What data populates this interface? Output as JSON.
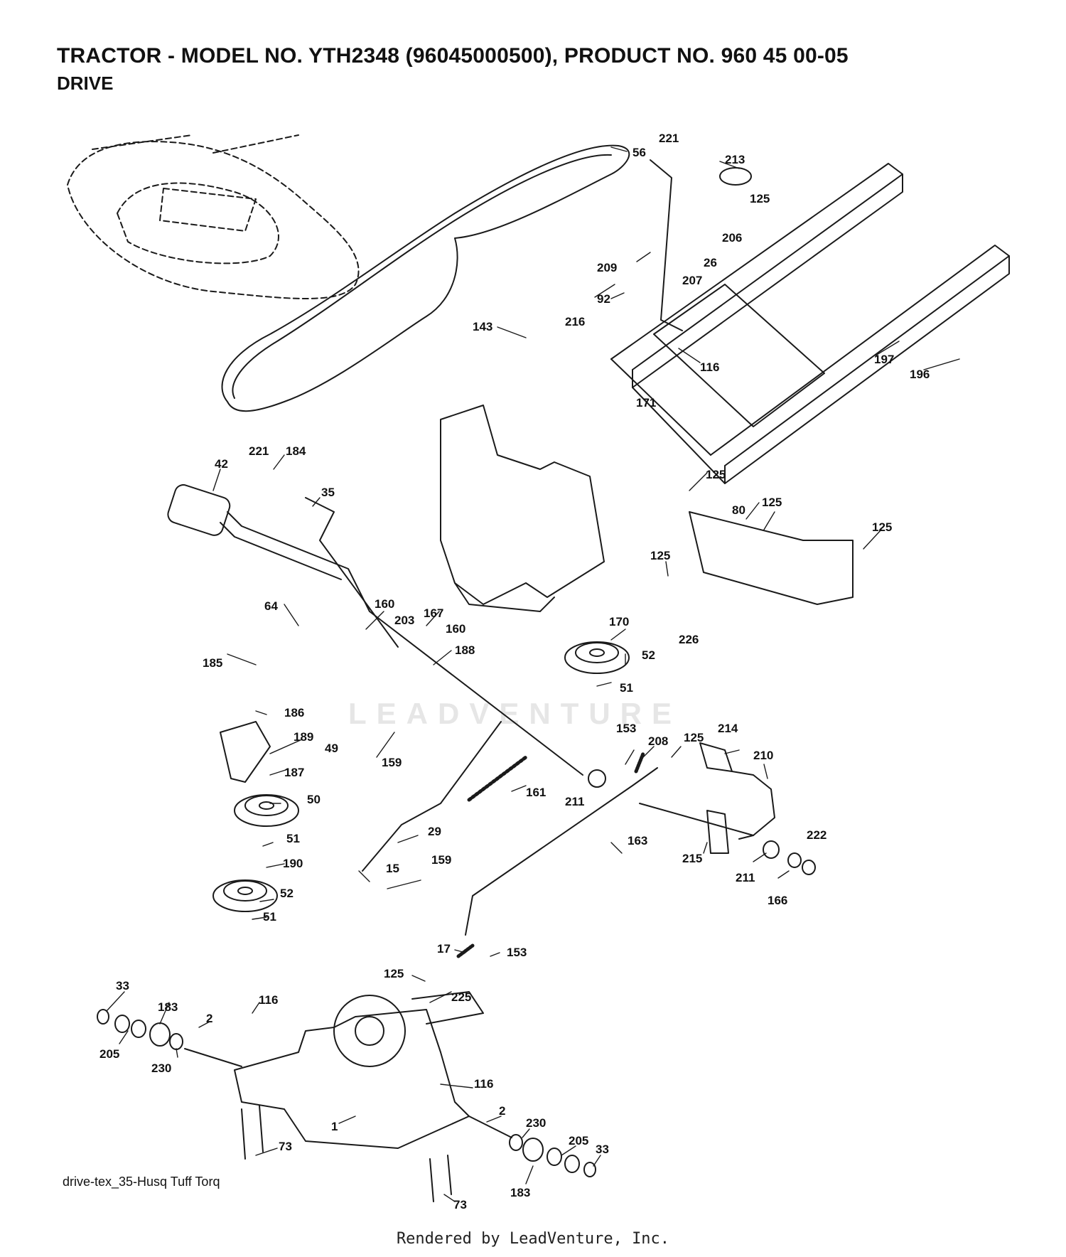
{
  "header": {
    "title": "TRACTOR - MODEL NO. YTH2348 (96045000500), PRODUCT NO. 960 45 00-05",
    "subtitle": "DRIVE"
  },
  "diagram_code": "drive-tex_35-Husq Tuff Torq",
  "footer": "Rendered by LeadVenture, Inc.",
  "watermark": "LEADVENTURE",
  "callouts": [
    {
      "id": "56",
      "text": "56"
    },
    {
      "id": "221-a",
      "text": "221"
    },
    {
      "id": "213",
      "text": "213"
    },
    {
      "id": "125-a",
      "text": "125"
    },
    {
      "id": "206",
      "text": "206"
    },
    {
      "id": "26",
      "text": "26"
    },
    {
      "id": "209",
      "text": "209"
    },
    {
      "id": "207",
      "text": "207"
    },
    {
      "id": "92",
      "text": "92"
    },
    {
      "id": "143",
      "text": "143"
    },
    {
      "id": "216",
      "text": "216"
    },
    {
      "id": "116-a",
      "text": "116"
    },
    {
      "id": "197",
      "text": "197"
    },
    {
      "id": "196",
      "text": "196"
    },
    {
      "id": "171",
      "text": "171"
    },
    {
      "id": "221-b",
      "text": "221"
    },
    {
      "id": "184",
      "text": "184"
    },
    {
      "id": "42",
      "text": "42"
    },
    {
      "id": "35",
      "text": "35"
    },
    {
      "id": "125-b",
      "text": "125"
    },
    {
      "id": "80",
      "text": "80"
    },
    {
      "id": "125-c",
      "text": "125"
    },
    {
      "id": "125-d",
      "text": "125"
    },
    {
      "id": "125-e",
      "text": "125"
    },
    {
      "id": "64",
      "text": "64"
    },
    {
      "id": "160-a",
      "text": "160"
    },
    {
      "id": "203",
      "text": "203"
    },
    {
      "id": "167",
      "text": "167"
    },
    {
      "id": "160-b",
      "text": "160"
    },
    {
      "id": "170",
      "text": "170"
    },
    {
      "id": "226",
      "text": "226"
    },
    {
      "id": "185",
      "text": "185"
    },
    {
      "id": "188",
      "text": "188"
    },
    {
      "id": "52-a",
      "text": "52"
    },
    {
      "id": "51-a",
      "text": "51"
    },
    {
      "id": "186",
      "text": "186"
    },
    {
      "id": "189",
      "text": "189"
    },
    {
      "id": "49",
      "text": "49"
    },
    {
      "id": "159-a",
      "text": "159"
    },
    {
      "id": "153-a",
      "text": "153"
    },
    {
      "id": "208",
      "text": "208"
    },
    {
      "id": "125-f",
      "text": "125"
    },
    {
      "id": "214",
      "text": "214"
    },
    {
      "id": "210",
      "text": "210"
    },
    {
      "id": "187",
      "text": "187"
    },
    {
      "id": "161",
      "text": "161"
    },
    {
      "id": "211-a",
      "text": "211"
    },
    {
      "id": "50",
      "text": "50"
    },
    {
      "id": "29",
      "text": "29"
    },
    {
      "id": "163",
      "text": "163"
    },
    {
      "id": "222",
      "text": "222"
    },
    {
      "id": "51-b",
      "text": "51"
    },
    {
      "id": "190",
      "text": "190"
    },
    {
      "id": "15",
      "text": "15"
    },
    {
      "id": "159-b",
      "text": "159"
    },
    {
      "id": "215",
      "text": "215"
    },
    {
      "id": "211-b",
      "text": "211"
    },
    {
      "id": "52-b",
      "text": "52"
    },
    {
      "id": "166",
      "text": "166"
    },
    {
      "id": "51-c",
      "text": "51"
    },
    {
      "id": "17",
      "text": "17"
    },
    {
      "id": "153-b",
      "text": "153"
    },
    {
      "id": "125-g",
      "text": "125"
    },
    {
      "id": "33-a",
      "text": "33"
    },
    {
      "id": "183-a",
      "text": "183"
    },
    {
      "id": "116-b",
      "text": "116"
    },
    {
      "id": "225",
      "text": "225"
    },
    {
      "id": "2-a",
      "text": "2"
    },
    {
      "id": "205-a",
      "text": "205"
    },
    {
      "id": "230-a",
      "text": "230"
    },
    {
      "id": "116-c",
      "text": "116"
    },
    {
      "id": "2-b",
      "text": "2"
    },
    {
      "id": "1",
      "text": "1"
    },
    {
      "id": "73-a",
      "text": "73"
    },
    {
      "id": "230-b",
      "text": "230"
    },
    {
      "id": "205-b",
      "text": "205"
    },
    {
      "id": "33-b",
      "text": "33"
    },
    {
      "id": "183-b",
      "text": "183"
    },
    {
      "id": "73-b",
      "text": "73"
    }
  ]
}
